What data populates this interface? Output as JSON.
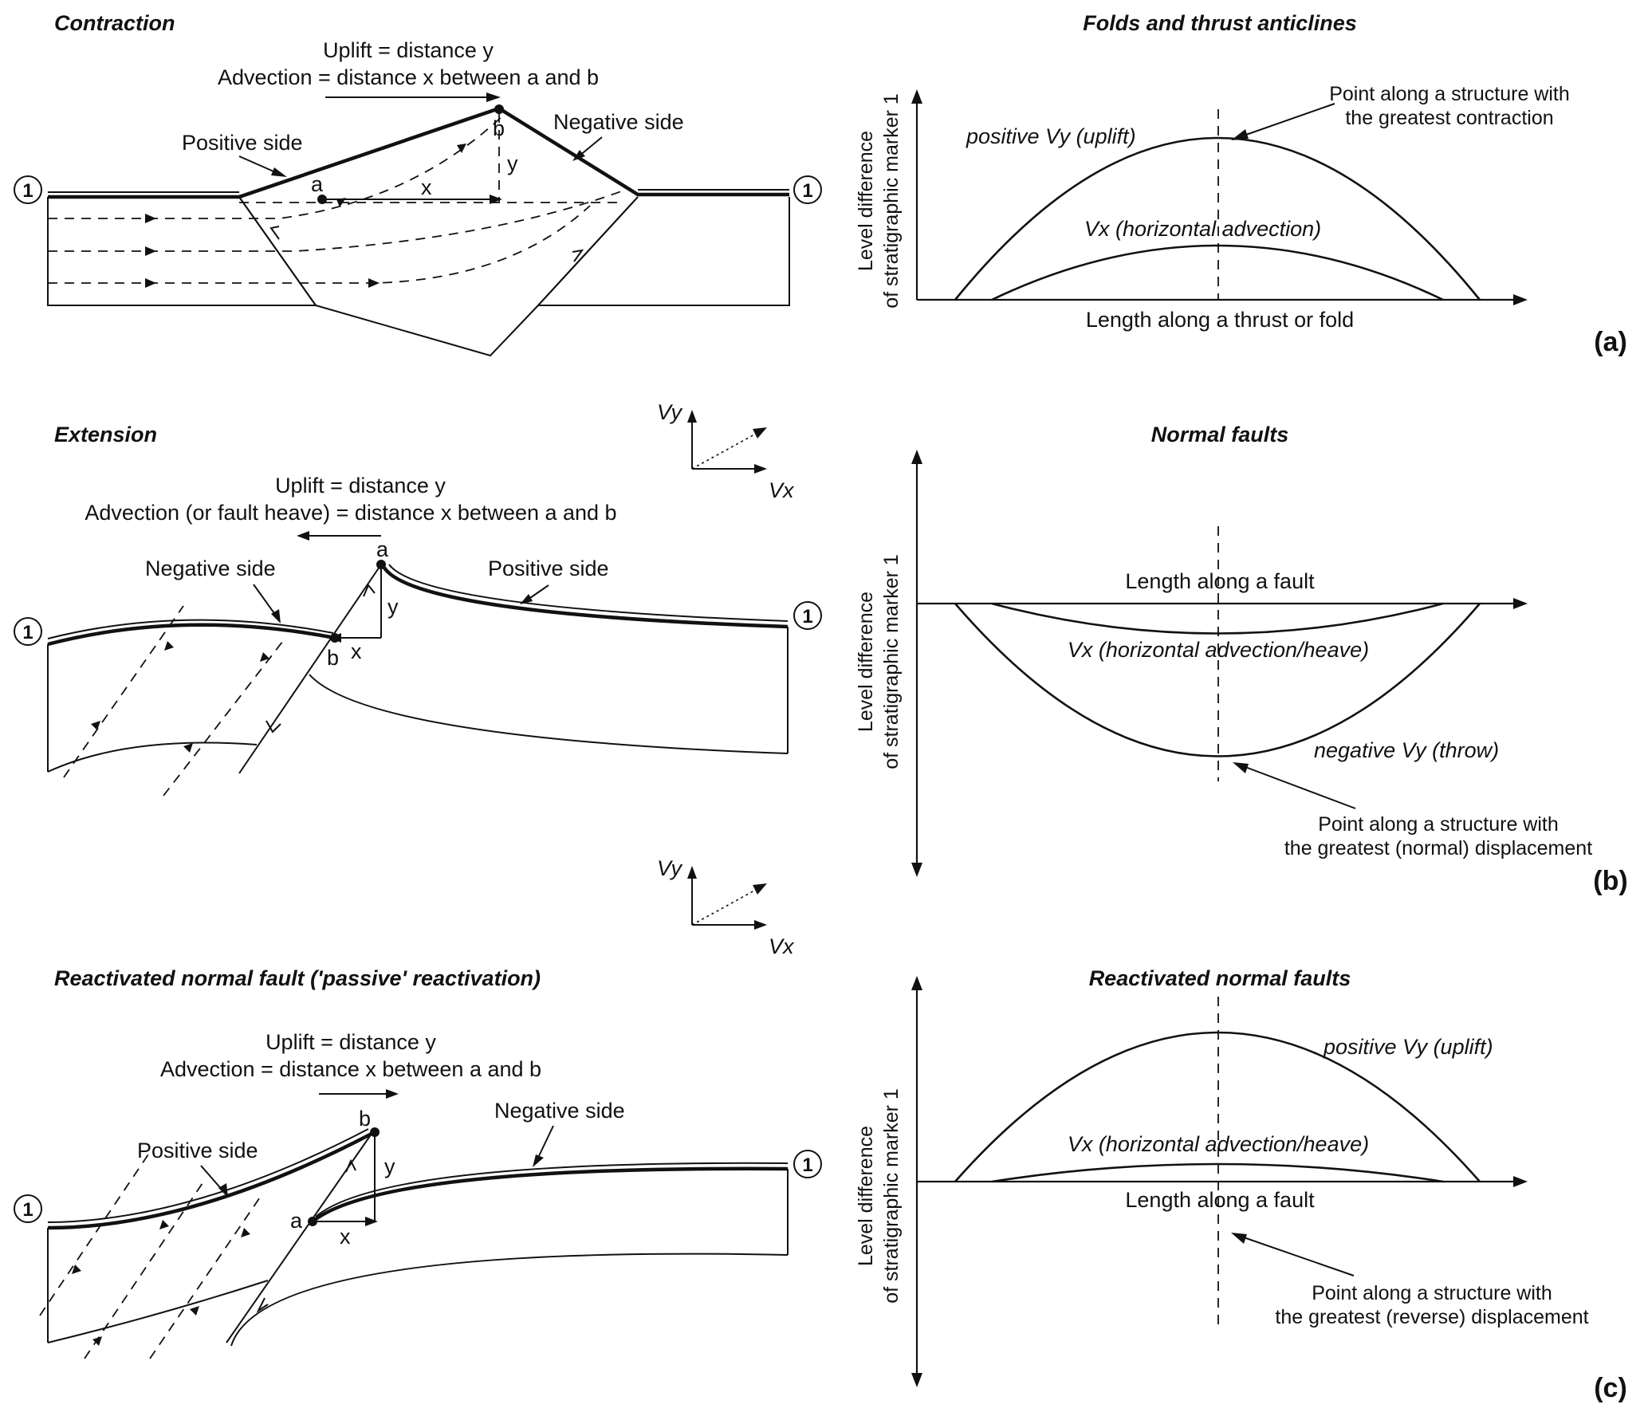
{
  "panel_a": {
    "left_title": "Contraction",
    "uplift_text": "Uplift = distance y",
    "advection_text": "Advection = distance x between a and b",
    "positive_side": "Positive side",
    "negative_side": "Negative side",
    "marker": "1",
    "point_a": "a",
    "point_b": "b",
    "dist_x": "x",
    "dist_y": "y",
    "right_title": "Folds and thrust anticlines",
    "y_axis_label_1": "Level difference",
    "y_axis_label_2": "of stratigraphic marker 1",
    "x_axis_label": "Length along a thrust or fold",
    "curve_vy": "positive Vy (uplift)",
    "curve_vx": "Vx (horizontal advection)",
    "callout_1": "Point along a structure with",
    "callout_2": "the greatest contraction",
    "panel_label": "(a)"
  },
  "legend_axes": {
    "vy": "Vy",
    "vx": "Vx"
  },
  "panel_b": {
    "left_title": "Extension",
    "uplift_text": "Uplift = distance y",
    "advection_text": "Advection (or fault heave) = distance x between a and b",
    "positive_side": "Positive side",
    "negative_side": "Negative side",
    "marker": "1",
    "point_a": "a",
    "point_b": "b",
    "dist_x": "x",
    "dist_y": "y",
    "right_title": "Normal faults",
    "y_axis_label_1": "Level difference",
    "y_axis_label_2": "of stratigraphic marker 1",
    "x_axis_label": "Length along a fault",
    "curve_vx": "Vx (horizontal advection/heave)",
    "curve_vy": "negative Vy (throw)",
    "callout_1": "Point along a structure with",
    "callout_2": "the greatest (normal) displacement",
    "panel_label": "(b)"
  },
  "panel_c": {
    "left_title": "Reactivated normal fault ('passive' reactivation)",
    "uplift_text": "Uplift = distance y",
    "advection_text": "Advection = distance x between a and b",
    "positive_side": "Positive side",
    "negative_side": "Negative side",
    "marker": "1",
    "point_a": "a",
    "point_b": "b",
    "dist_x": "x",
    "dist_y": "y",
    "right_title": "Reactivated normal faults",
    "y_axis_label_1": "Level difference",
    "y_axis_label_2": "of stratigraphic marker 1",
    "x_axis_label": "Length along a fault",
    "curve_vy": "positive Vy (uplift)",
    "curve_vx": "Vx (horizontal advection/heave)",
    "callout_1": "Point along a structure with",
    "callout_2": "the greatest (reverse) displacement",
    "panel_label": "(c)"
  }
}
